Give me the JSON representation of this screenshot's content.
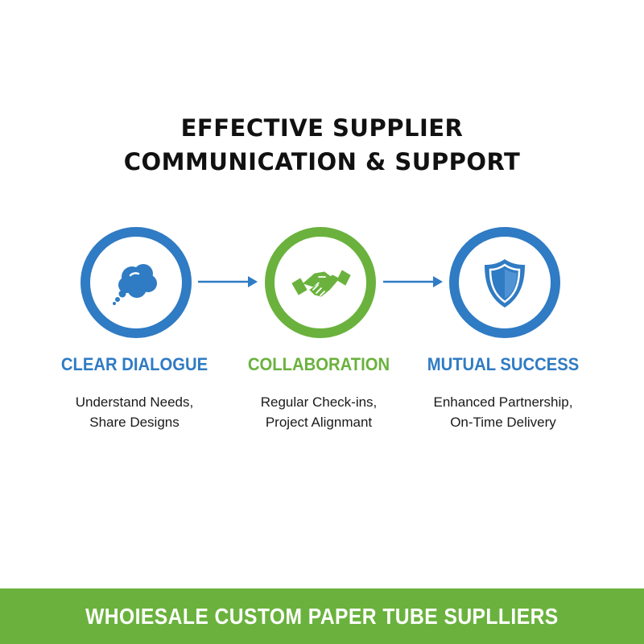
{
  "title": {
    "line1": "EFFECTIVE SUPPLIER",
    "line2": "COMMUNICATION & SUPPORT"
  },
  "colors": {
    "blue": "#2f7bc4",
    "green": "#6ab23d",
    "text": "#111111"
  },
  "steps": [
    {
      "title": "CLEAR DIALOGUE",
      "desc_line1": "Understand Needs,",
      "desc_line2": "Share Designs",
      "icon": "speech-bubble-icon",
      "color": "#2f7bc4"
    },
    {
      "title": "COLLABORATION",
      "desc_line1": "Regular Check-ins,",
      "desc_line2": "Project Alignmant",
      "icon": "handshake-icon",
      "color": "#6ab23d"
    },
    {
      "title": "MUTUAL SUCCESS",
      "desc_line1": "Enhanced Partnership,",
      "desc_line2": "On-Time Delivery",
      "icon": "shield-icon",
      "color": "#2f7bc4"
    }
  ],
  "footer": {
    "text": "WHOIESALE CUSTOM PAPER TUBE SUPLLIERS"
  }
}
